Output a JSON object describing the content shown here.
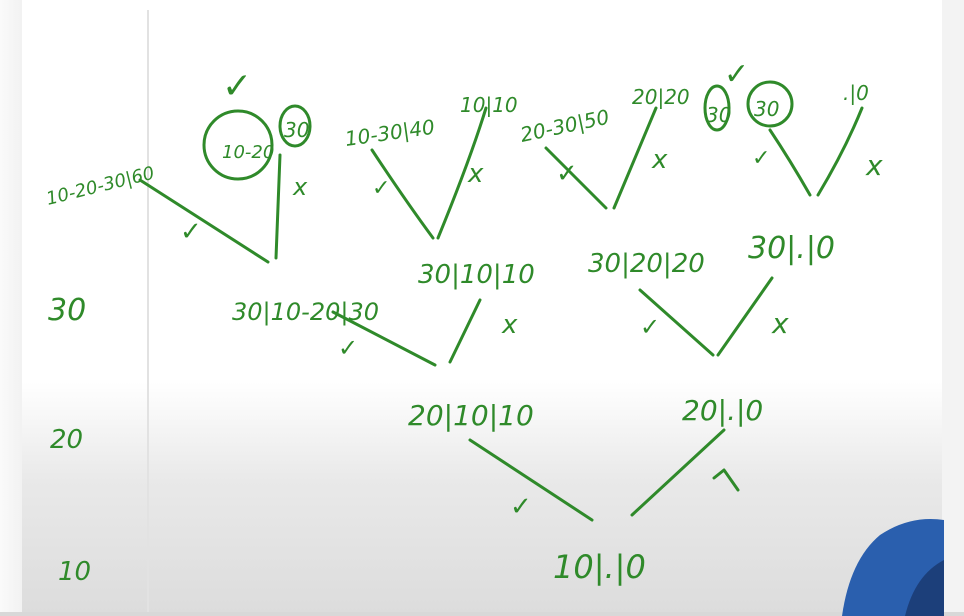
{
  "level_labels": [
    "30",
    "20",
    "10"
  ],
  "nodes": {
    "root": "10|.|0",
    "n1_left": "20|10|10",
    "n1_right": "20|.|0",
    "n2_a": "30|10-20|30",
    "n2_b": "30|10|10",
    "n2_c": "30|20|20",
    "n2_d": "30|.|0",
    "leaf_1": "10-20-30|60",
    "leaf_2_left": "10-20",
    "leaf_2_right": "30",
    "leaf_3": "10-30|40",
    "leaf_4": "10|10",
    "leaf_5": "20-30|50",
    "leaf_6": "20|20",
    "leaf_7_left": "30",
    "leaf_7_right": "30",
    "leaf_8": ".|0"
  },
  "marks": {
    "check": "✓",
    "cross": "x"
  },
  "colors": {
    "ink": "#2f8a2a",
    "board": "#ffffff",
    "shirt": "#2a5fae"
  }
}
